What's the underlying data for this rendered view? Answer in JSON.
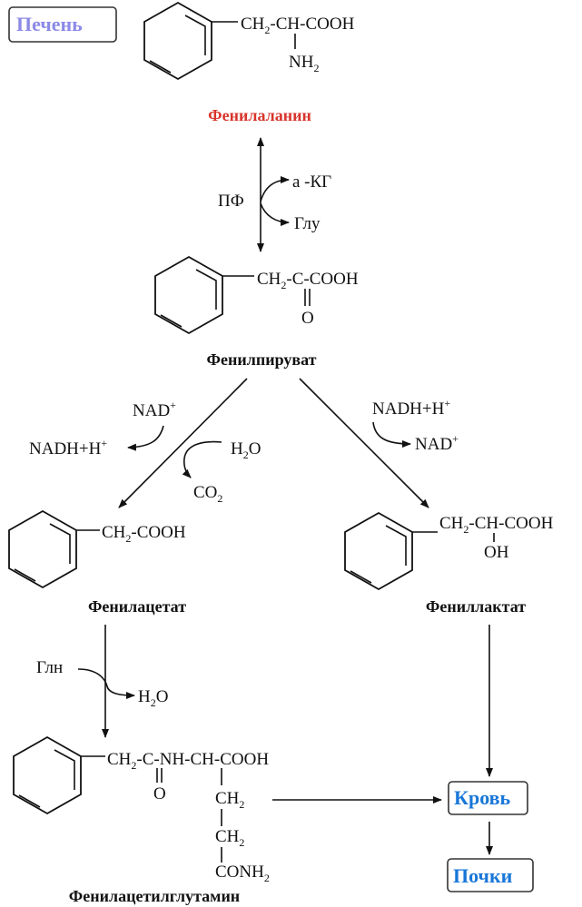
{
  "labels": {
    "liver": "Печень",
    "blood": "Кровь",
    "kidneys": "Почки"
  },
  "compounds": {
    "phenylalanine": "Фенилаланин",
    "phenylpyruvate": "Фенилпируват",
    "phenylacetate": "Фенилацетат",
    "phenyllactate": "Фениллактат",
    "phenylacetylglutamine": "Фенилацетилглутамин"
  },
  "reactants": {
    "enzyme": "ПФ",
    "akg": "а -КГ",
    "glu": "Глу",
    "nad_plus": "NAD",
    "nadh_h_plus": "NADH+H",
    "h2o": "H",
    "co2": "CO",
    "gln": "Глн"
  },
  "formula_parts": {
    "ch2": "CH",
    "ch_cooh": "-CH-COOH",
    "c_cooh": "-C-COOH",
    "cooh": "-COOH",
    "nh2": "NH",
    "o": "O",
    "oh": "OH",
    "c_nh": "-C-NH-CH-COOH",
    "conh2": "CONH",
    "sub2": "2",
    "plus": "+"
  },
  "colors": {
    "liver_label": "#8c8ae6",
    "blue_label": "#1877d8",
    "phenylalanine_name": "#d9342b"
  }
}
